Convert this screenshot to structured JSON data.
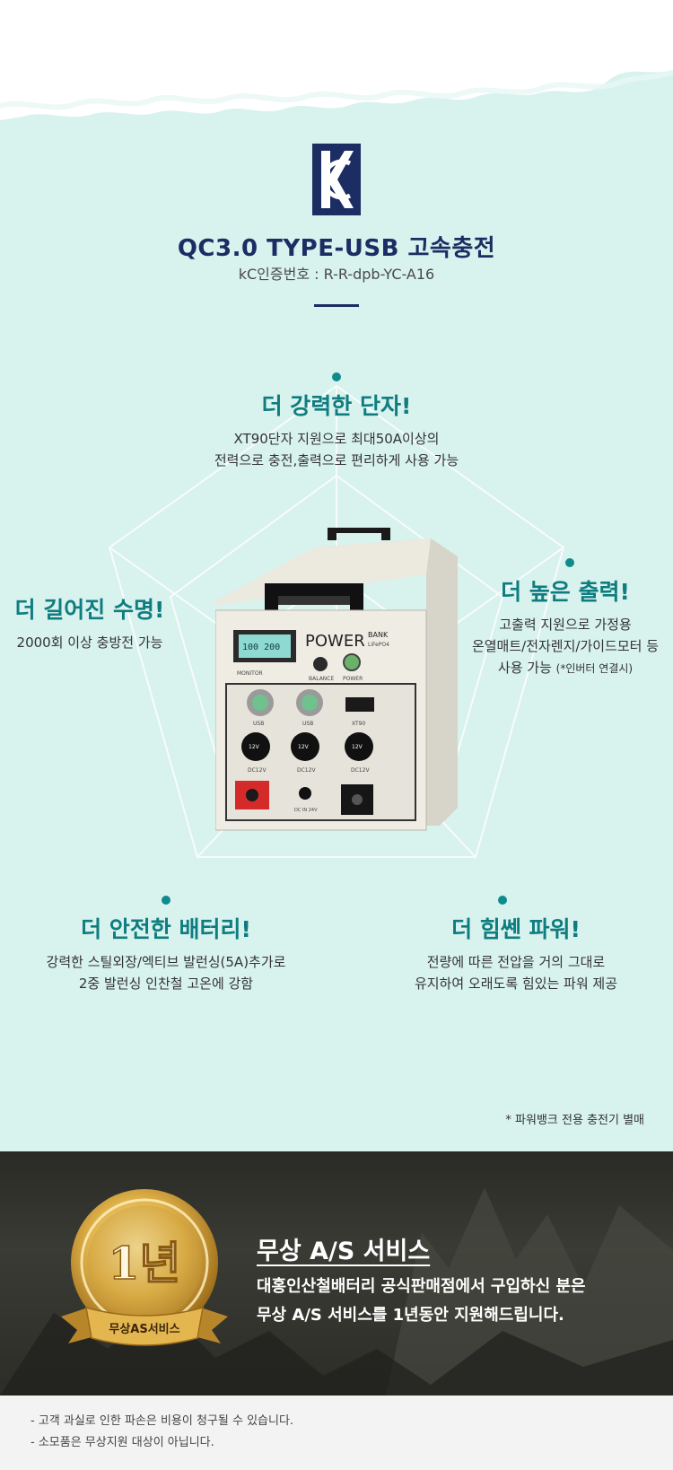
{
  "certification": {
    "logo_text": "KC",
    "title": "QC3.0 TYPE-USB 고속충전",
    "number": "kC인증번호 : R-R-dpb-YC-A16"
  },
  "features": {
    "top": {
      "title": "더 강력한 단자!",
      "desc1": "XT90단자 지원으로 최대50A이상의",
      "desc2": "전력으로 충전,출력으로 편리하게 사용 가능"
    },
    "left": {
      "title": "더 길어진 수명!",
      "desc1": "2000회 이상 충방전 가능"
    },
    "right": {
      "title": "더 높은 출력!",
      "desc1": "고출력 지원으로 가정용",
      "desc2": "온열매트/전자렌지/가이드모터 등",
      "desc3": "사용 가능",
      "desc3_note": "(*인버터 연결시)"
    },
    "bottom_left": {
      "title": "더 안전한 배터리!",
      "desc1": "강력한 스틸외장/엑티브 발런싱(5A)추가로",
      "desc2": "2중 발런싱 인찬철 고온에 강함"
    },
    "bottom_right": {
      "title": "더 힘쎈 파워!",
      "desc1": "전량에 따른 전압을 거의 그대로",
      "desc2": "유지하여 오래도록 힘있는 파워 제공"
    }
  },
  "product": {
    "brand": "POWER",
    "brand_sub": "BANK",
    "model": "LiFePO4",
    "display": "100 200",
    "labels": {
      "monitor": "MONITOR",
      "balance": "BALANCE",
      "power": "POWER",
      "usb": "USB",
      "xt90": "XT90",
      "dc12v": "DC12V",
      "socket": "12V",
      "dc_in": "DC IN 24V"
    }
  },
  "note_separate": "* 파워뱅크 전용 충전기 별매",
  "service": {
    "badge_year": "1년",
    "badge_label": "무상AS서비스",
    "title": "무상 A/S 서비스",
    "desc1": "대홍인산철배터리 공식판매점에서 구입하신 분은",
    "desc2": "무상 A/S 서비스를 1년동안 지원해드립니다."
  },
  "notes": [
    "- 고객 과실로 인한 파손은 비용이 청구될 수 있습니다.",
    "- 소모품은 무상지원 대상이 아닙니다."
  ],
  "colors": {
    "background_mint": "#d8f2ee",
    "navy": "#1b2d63",
    "teal": "#0f7d80",
    "dark_band": "#2f302b",
    "gold": "#d4a23a"
  }
}
